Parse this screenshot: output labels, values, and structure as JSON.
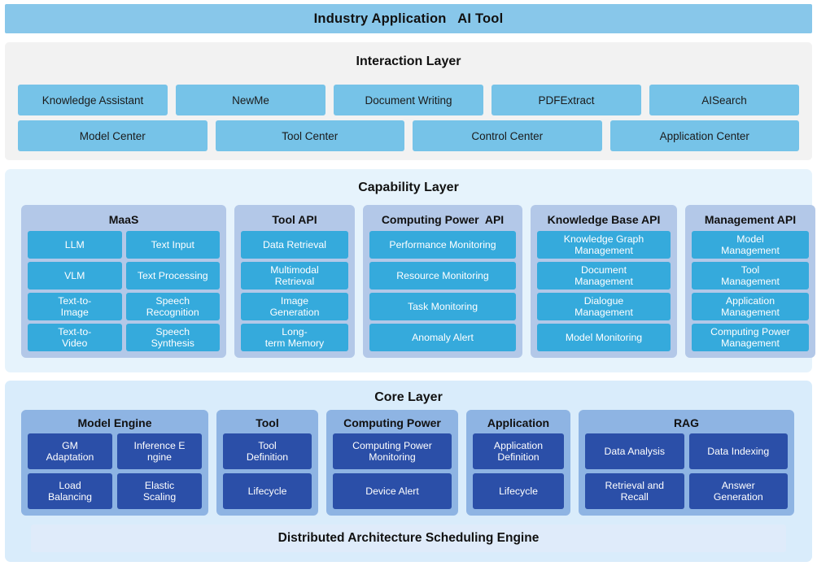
{
  "banner": {
    "title": "Industry Application   AI Tool"
  },
  "colors": {
    "banner_bg": "#88c7ea",
    "interaction_bg": "#f2f2f2",
    "interaction_chip": "#76c3e8",
    "capability_bg": "#e6f3fc",
    "capability_panel": "#b3c8e8",
    "capability_chip": "#35aadc",
    "core_bg": "#d9ecfb",
    "core_panel": "#8eb4e3",
    "core_chip": "#2b4fa8",
    "core_bottom_bg": "#dfebfa"
  },
  "interaction": {
    "title": "Interaction Layer",
    "row1": [
      {
        "label": "Knowledge Assistant"
      },
      {
        "label": "NewMe"
      },
      {
        "label": "Document Writing"
      },
      {
        "label": "PDFExtract"
      },
      {
        "label": "AISearch"
      }
    ],
    "row2": [
      {
        "label": "Model Center"
      },
      {
        "label": "Tool Center"
      },
      {
        "label": "Control Center"
      },
      {
        "label": "Application Center"
      }
    ]
  },
  "capability": {
    "title": "Capability Layer",
    "panels": [
      {
        "title": "MaaS",
        "layout": "grid2",
        "col1": [
          "LLM",
          "VLM",
          "Text-to-\nImage",
          "Text-to-\nVideo"
        ],
        "col2": [
          "Text Input",
          "Text Processing",
          "Speech\nRecognition",
          "Speech\nSynthesis"
        ]
      },
      {
        "title": "Tool API",
        "layout": "list",
        "items": [
          "Data Retrieval",
          "Multimodal\nRetrieval",
          "Image\nGeneration",
          "Long-\nterm Memory"
        ]
      },
      {
        "title": "Computing Power  API",
        "layout": "list",
        "items": [
          "Performance Monitoring",
          "Resource Monitoring",
          "Task Monitoring",
          "Anomaly Alert"
        ]
      },
      {
        "title": "Knowledge Base API",
        "layout": "list",
        "items": [
          "Knowledge Graph\nManagement",
          "Document\nManagement",
          "Dialogue\nManagement",
          "Model Monitoring"
        ]
      },
      {
        "title": "Management API",
        "layout": "list",
        "items": [
          "Model\nManagement",
          "Tool\nManagement",
          "Application\nManagement",
          "Computing Power\nManagement"
        ]
      }
    ]
  },
  "core": {
    "title": "Core Layer",
    "panels": [
      {
        "title": "Model Engine",
        "layout": "grid2",
        "col1": [
          "GM\nAdaptation",
          "Load\nBalancing"
        ],
        "col2": [
          "Inference E\nngine",
          "Elastic\nScaling"
        ]
      },
      {
        "title": "Tool",
        "layout": "list",
        "items": [
          "Tool\nDefinition",
          "Lifecycle"
        ]
      },
      {
        "title": "Computing Power",
        "layout": "list",
        "items": [
          "Computing Power\nMonitoring",
          "Device Alert"
        ]
      },
      {
        "title": "Application",
        "layout": "list",
        "items": [
          "Application\nDefinition",
          "Lifecycle"
        ]
      },
      {
        "title": "RAG",
        "layout": "grid2",
        "col1": [
          "Data Analysis",
          "Retrieval and\nRecall"
        ],
        "col2": [
          "Data Indexing",
          "Answer\nGeneration"
        ]
      }
    ],
    "bottom_bar": "Distributed Architecture Scheduling Engine"
  }
}
